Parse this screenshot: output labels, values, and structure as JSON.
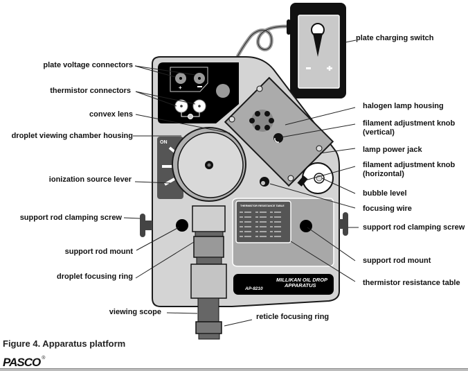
{
  "figure": {
    "caption": "Figure 4.  Apparatus platform",
    "brand": "PASCO",
    "brand_mark": "®"
  },
  "device": {
    "model_number": "AP-8210",
    "name_line1": "MILLIKAN OIL DROP",
    "name_line2": "APPARATUS",
    "table_title": "THERMISTOR RESISTANCE TABLE",
    "lever_on_label": "ON",
    "plus_sign": "+",
    "minus_sign": "−"
  },
  "labels": {
    "plate_charging_switch": "plate charging switch",
    "plate_voltage_connectors": "plate voltage connectors",
    "thermistor_connectors": "thermistor connectors",
    "convex_lens": "convex lens",
    "droplet_viewing_chamber_housing": "droplet viewing chamber housing",
    "halogen_lamp_housing": "halogen lamp housing",
    "filament_knob_vertical_1": "filament adjustment knob",
    "filament_knob_vertical_2": "(vertical)",
    "lamp_power_jack": "lamp power jack",
    "filament_knob_horizontal_1": "filament adjustment knob",
    "filament_knob_horizontal_2": " (horizontal)",
    "ionization_source_lever": "ionization source lever",
    "bubble_level": "bubble level",
    "focusing_wire": "focusing wire",
    "support_rod_clamping_screw_left": "support rod clamping screw",
    "support_rod_clamping_screw_right": "support rod clamping screw",
    "support_rod_mount_left": "support rod mount",
    "support_rod_mount_right": "support rod mount",
    "droplet_focusing_ring": "droplet focusing ring",
    "thermistor_resistance_table": "thermistor resistance table",
    "viewing_scope": "viewing scope",
    "reticle_focusing_ring": "reticle focusing ring"
  },
  "colors": {
    "body": "#d4d4d4",
    "panel_dark": "#000000",
    "mid_gray": "#a6a6a6",
    "dark_gray": "#5a5a5a",
    "outline": "#1a1a1a"
  }
}
